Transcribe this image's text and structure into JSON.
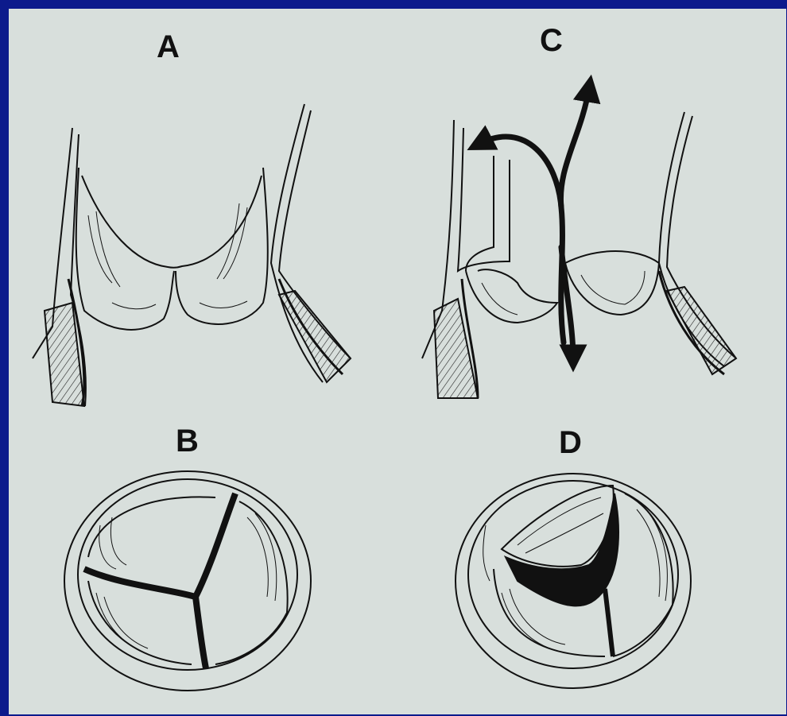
{
  "panels": {
    "a": {
      "label": "A"
    },
    "b": {
      "label": "B"
    },
    "c": {
      "label": "C"
    },
    "d": {
      "label": "D"
    }
  },
  "colors": {
    "frame": "#0c1a8c",
    "paper": "#d8dfdc",
    "ink": "#111111"
  }
}
